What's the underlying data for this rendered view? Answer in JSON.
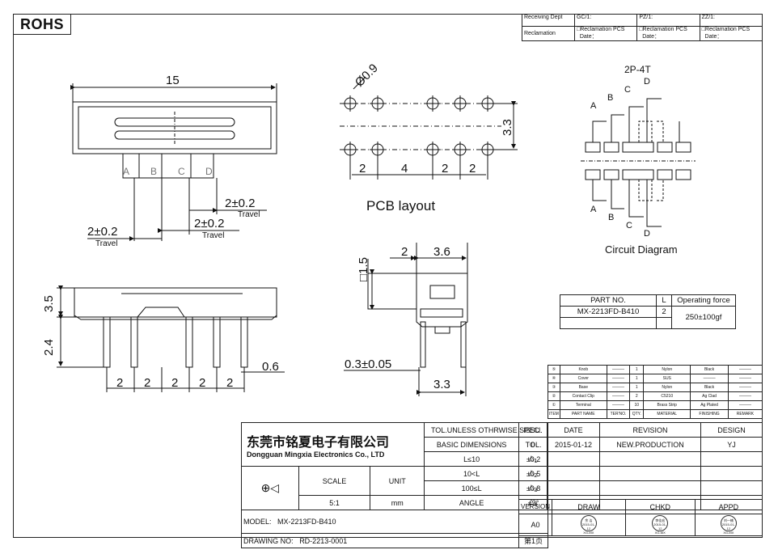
{
  "rohs_label": "ROHS",
  "receiving": {
    "dept_label": "Receiving Dept",
    "reclamation_label": "Reclamation",
    "gc_label": "GC/1:",
    "pz_label": "PZ/1:",
    "zz_label": "ZZ/1:",
    "reclamation_pcs": "□Reclamation  PCS",
    "date_label": "Date："
  },
  "drawing": {
    "width_15": "15",
    "labels_abcd": [
      "A",
      "B",
      "C",
      "D"
    ],
    "travel_dim": "2±0.2",
    "travel_label": "Travel",
    "hole_dia": "Ø0.9",
    "pitch_3_3": "3.3",
    "pcb_pitches": [
      "2",
      "4",
      "2",
      "2"
    ],
    "pcb_layout": "PCB  layout",
    "circuit_title": "2P-4T",
    "circuit_diagram": "Circuit  Diagram",
    "side_3_5": "3.5",
    "side_2_4": "2.4",
    "side_0_6": "0.6",
    "pitch_2": "2",
    "knob_sq": "□1.5",
    "end_2": "2",
    "end_3_6": "3.6",
    "end_0_3": "0.3±0.05",
    "end_3_3": "3.3"
  },
  "part_table": {
    "headers": [
      "PART  NO.",
      "L",
      "Operating  force"
    ],
    "row": [
      "MX-2213FD-B410",
      "2",
      "250±100gf"
    ]
  },
  "bom": {
    "rows": [
      {
        "item": "⑤",
        "name": "Knob",
        "qty": "1",
        "material": "Nylon",
        "finishing": "Black"
      },
      {
        "item": "④",
        "name": "Cover",
        "qty": "1",
        "material": "SUS",
        "finishing": "———"
      },
      {
        "item": "③",
        "name": "Base",
        "qty": "1",
        "material": "Nylon",
        "finishing": "Black"
      },
      {
        "item": "②",
        "name": "Contact Clip",
        "qty": "2",
        "material": "C5210",
        "finishing": "Ag Clad"
      },
      {
        "item": "①",
        "name": "Terminal",
        "qty": "10",
        "material": "Brass Strip",
        "finishing": "Ag Plated"
      }
    ],
    "headers": [
      "ITEM",
      "PART NAME",
      "TER'NO.",
      "QTY.",
      "MATERIAL",
      "FINISHING",
      "REMARK"
    ]
  },
  "title_block": {
    "company_cn": "东莞市铭夏电子有限公司",
    "company_en": "Dongguan Mingxia Electronics Co., LTD",
    "tol_title": "TOL.UNLESS OTHRWISE SPEC.",
    "basic_dim": "BASIC DIMENSIONS",
    "tol": "TOL.",
    "tol_rows": [
      [
        "L≤10",
        "±0.2"
      ],
      [
        "10<L",
        "±0.5"
      ],
      [
        "100≤L",
        "±0.8"
      ],
      [
        "ANGLE",
        "±3°"
      ]
    ],
    "scale_label": "SCALE",
    "unit_label": "UNIT",
    "scale_val": "5:1",
    "unit_val": "mm",
    "issu": "ISSU.",
    "date": "DATE",
    "revision": "REVISION",
    "design": "DESIGN",
    "issu_val": "0",
    "date_val": "2015-01-12",
    "revision_val": "NEW.PRODUCTION",
    "design_val": "YJ",
    "triangles": [
      "1",
      "2",
      "3",
      "4"
    ],
    "model_label": "MODEL:",
    "model_val": "MX-2213FD-B410",
    "drawing_no_label": "DRAWING NO:",
    "drawing_no_val": "RD-2213-0001",
    "page": "第1页",
    "version_label": "VERSION",
    "version_val": "A0",
    "draw": "DRAW",
    "chkd": "CHKD",
    "appd": "APPD",
    "stamp_names": [
      "余 洁",
      "李佳宏",
      "刘一楠"
    ],
    "stamp_date": "2015-01-12",
    "stamp_org": "XG-MX"
  }
}
